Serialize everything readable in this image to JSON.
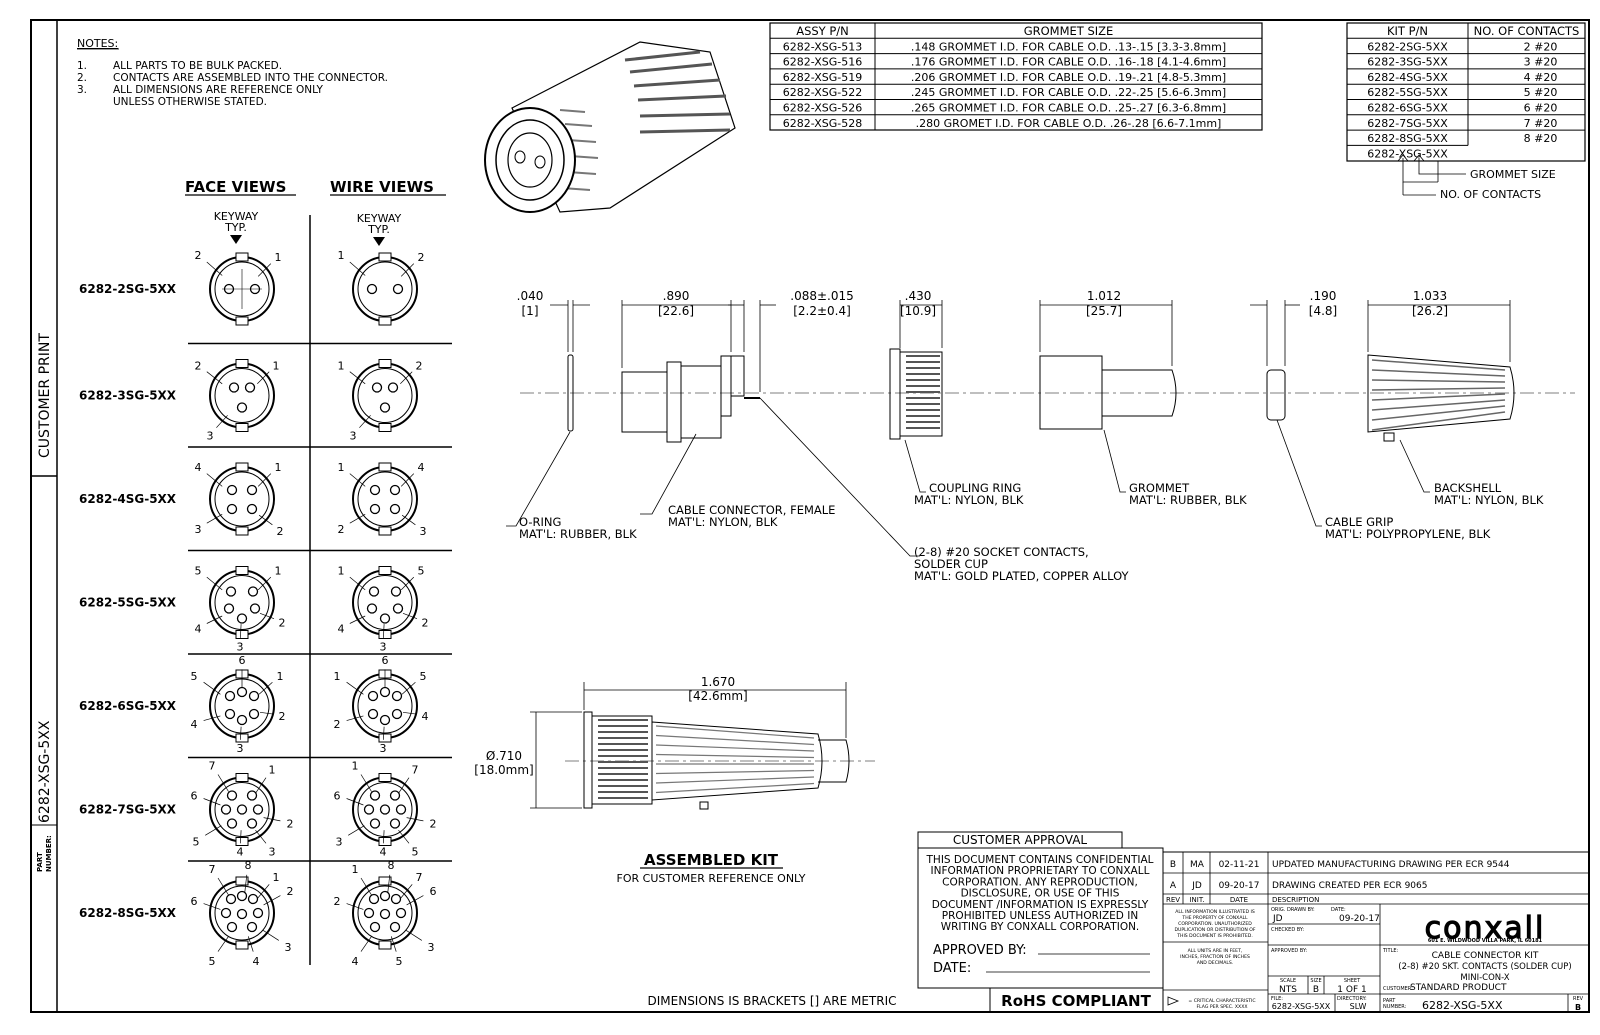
{
  "sidebar": {
    "customer_print": "CUSTOMER PRINT",
    "part_label_1": "PART",
    "part_label_2": "NUMBER:",
    "part_number": "6282-XSG-5XX"
  },
  "notes": {
    "title": "NOTES:",
    "items": [
      {
        "num": "1.",
        "text": "ALL PARTS TO BE BULK PACKED."
      },
      {
        "num": "2.",
        "text": "CONTACTS ARE ASSEMBLED INTO THE CONNECTOR."
      },
      {
        "num": "3.",
        "text": "ALL DIMENSIONS ARE REFERENCE ONLY"
      }
    ],
    "item3_cont": "UNLESS OTHERWISE STATED."
  },
  "grommet_table": {
    "headers": [
      "ASSY P/N",
      "GROMMET SIZE"
    ],
    "rows": [
      [
        "6282-XSG-513",
        ".148 GROMMET I.D. FOR CABLE O.D. .13-.15 [3.3-3.8mm]"
      ],
      [
        "6282-XSG-516",
        ".176 GROMMET I.D. FOR CABLE O.D. .16-.18 [4.1-4.6mm]"
      ],
      [
        "6282-XSG-519",
        ".206 GROMMET I.D. FOR CABLE O.D. .19-.21 [4.8-5.3mm]"
      ],
      [
        "6282-XSG-522",
        ".245 GROMMET I.D. FOR CABLE O.D. .22-.25 [5.6-6.3mm]"
      ],
      [
        "6282-XSG-526",
        ".265 GROMMET I.D. FOR CABLE O.D. .25-.27 [6.3-6.8mm]"
      ],
      [
        "6282-XSG-528",
        ".280 GROMET I.D. FOR CABLE O.D. .26-.28 [6.6-7.1mm]"
      ]
    ]
  },
  "kit_table": {
    "headers": [
      "KIT P/N",
      "NO. OF CONTACTS"
    ],
    "rows": [
      [
        "6282-2SG-5XX",
        "2 #20"
      ],
      [
        "6282-3SG-5XX",
        "3 #20"
      ],
      [
        "6282-4SG-5XX",
        "4 #20"
      ],
      [
        "6282-5SG-5XX",
        "5 #20"
      ],
      [
        "6282-6SG-5XX",
        "6 #20"
      ],
      [
        "6282-7SG-5XX",
        "7 #20"
      ],
      [
        "6282-8SG-5XX",
        "8 #20"
      ]
    ],
    "template": "6282-XSG-5XX",
    "callout_grommet": "GROMMET SIZE",
    "callout_contacts": "NO. OF CONTACTS"
  },
  "views": {
    "face_title": "FACE VIEWS",
    "wire_title": "WIRE VIEWS",
    "keyway_1": "KEYWAY",
    "keyway_2": "TYP.",
    "rows": [
      {
        "label": "6282-2SG-5XX",
        "face": [
          {
            "t": "2"
          },
          {
            "t": "1"
          }
        ],
        "wire": [
          {
            "t": "1"
          },
          {
            "t": "2"
          }
        ]
      },
      {
        "label": "6282-3SG-5XX",
        "face": [
          {
            "t": "2"
          },
          {
            "t": "1"
          },
          {
            "t": "3"
          }
        ],
        "wire": [
          {
            "t": "1"
          },
          {
            "t": "2"
          },
          {
            "t": "3"
          }
        ]
      },
      {
        "label": "6282-4SG-5XX",
        "face": [
          {
            "t": "4"
          },
          {
            "t": "1"
          },
          {
            "t": "3"
          },
          {
            "t": "2"
          }
        ],
        "wire": [
          {
            "t": "1"
          },
          {
            "t": "4"
          },
          {
            "t": "2"
          },
          {
            "t": "3"
          }
        ]
      },
      {
        "label": "6282-5SG-5XX",
        "face": [
          {
            "t": "5"
          },
          {
            "t": "1"
          },
          {
            "t": "2"
          },
          {
            "t": "4"
          },
          {
            "t": "3"
          }
        ],
        "wire": [
          {
            "t": "1"
          },
          {
            "t": "5"
          },
          {
            "t": "2"
          },
          {
            "t": "4"
          },
          {
            "t": "3"
          }
        ]
      },
      {
        "label": "6282-6SG-5XX",
        "face": [
          {
            "t": "5"
          },
          {
            "t": "6"
          },
          {
            "t": "1"
          },
          {
            "t": "4"
          },
          {
            "t": "2"
          },
          {
            "t": "3"
          }
        ],
        "wire": [
          {
            "t": "1"
          },
          {
            "t": "6"
          },
          {
            "t": "5"
          },
          {
            "t": "2"
          },
          {
            "t": "4"
          },
          {
            "t": "3"
          }
        ]
      },
      {
        "label": "6282-7SG-5XX",
        "face": [
          {
            "t": "7"
          },
          {
            "t": "1"
          },
          {
            "t": "6"
          },
          {
            "t": "2"
          },
          {
            "t": "5"
          },
          {
            "t": "4"
          },
          {
            "t": "3"
          }
        ],
        "wire": [
          {
            "t": "1"
          },
          {
            "t": "7"
          },
          {
            "t": "6"
          },
          {
            "t": "2"
          },
          {
            "t": "3"
          },
          {
            "t": "4"
          },
          {
            "t": "5"
          }
        ]
      },
      {
        "label": "6282-8SG-5XX",
        "face": [
          {
            "t": "7"
          },
          {
            "t": "8"
          },
          {
            "t": "1"
          },
          {
            "t": "6"
          },
          {
            "t": "2"
          },
          {
            "t": "3"
          },
          {
            "t": "5"
          },
          {
            "t": "4"
          }
        ],
        "wire": [
          {
            "t": "1"
          },
          {
            "t": "8"
          },
          {
            "t": "7"
          },
          {
            "t": "2"
          },
          {
            "t": "6"
          },
          {
            "t": "3"
          },
          {
            "t": "4"
          },
          {
            "t": "5"
          }
        ]
      }
    ]
  },
  "dims": {
    "oring_in": ".040",
    "oring_mm": "[1]",
    "conn_in": ".890",
    "conn_mm": "[22.6]",
    "cont_in": ".088±.015",
    "cont_mm": "[2.2±0.4]",
    "ring_in": ".430",
    "ring_mm": "[10.9]",
    "gromm_in": "1.012",
    "gromm_mm": "[25.7]",
    "grip_in": ".190",
    "grip_mm": "[4.8]",
    "back_in": "1.033",
    "back_mm": "[26.2]",
    "assy_len_in": "1.670",
    "assy_len_mm": "[42.6mm]",
    "assy_dia_in": "Ø.710",
    "assy_dia_mm": "[18.0mm]"
  },
  "parts": {
    "oring_1": "O-RING",
    "oring_2": "MAT'L: RUBBER, BLK",
    "conn_1": "CABLE CONNECTOR, FEMALE",
    "conn_2": "MAT'L: NYLON, BLK",
    "cont_1": "(2-8) #20 SOCKET CONTACTS,",
    "cont_2": "SOLDER CUP",
    "cont_3": "MAT'L: GOLD PLATED, COPPER ALLOY",
    "ring_1": "COUPLING RING",
    "ring_2": "MAT'L: NYLON, BLK",
    "gromm_1": "GROMMET",
    "gromm_2": "MAT'L: RUBBER, BLK",
    "grip_1": "CABLE GRIP",
    "grip_2": "MAT'L: POLYPROPYLENE, BLK",
    "back_1": "BACKSHELL",
    "back_2": "MAT'L: NYLON, BLK"
  },
  "assembled": {
    "title": "ASSEMBLED KIT",
    "subtitle": "FOR CUSTOMER REFERENCE ONLY"
  },
  "footer_note": "DIMENSIONS IS BRACKETS [] ARE METRIC",
  "approval": {
    "title": "CUSTOMER APPROVAL",
    "confidential": [
      "THIS DOCUMENT CONTAINS CONFIDENTIAL",
      "INFORMATION PROPRIETARY TO CONXALL",
      "CORPORATION. ANY REPRODUCTION,",
      "DISCLOSURE, OR USE OF THIS",
      "DOCUMENT /INFORMATION IS EXPRESSLY",
      "PROHIBITED UNLESS AUTHORIZED IN",
      "WRITING BY CONXALL CORPORATION."
    ],
    "approved_by": "APPROVED BY:",
    "date": "DATE:",
    "rohs": "RoHS COMPLIANT"
  },
  "revisions": {
    "rows": [
      {
        "rev": "B",
        "init": "MA",
        "date": "02-11-21",
        "desc": "UPDATED MANUFACTURING DRAWING PER ECR 9544"
      },
      {
        "rev": "A",
        "init": "JD",
        "date": "09-20-17",
        "desc": "DRAWING CREATED PER ECR 9065"
      }
    ],
    "headers": {
      "rev": "REV",
      "init": "INIT.",
      "date": "DATE",
      "desc": "DESCRIPTION"
    }
  },
  "title_block": {
    "small_note": [
      "ALL INFORMATION ILLUSTRATED IS",
      "THE PROPERTY OF CONXALL",
      "CORPORATION. UNAUTHORIZED",
      "DUPLICATION OR DISTRIBUTION OF",
      "THIS DOCUMENT IS PROHIBITED."
    ],
    "units_note": [
      "ALL UNITS ARE IN FEET,",
      "INCHES, FRACTION OF INCHES",
      "AND DECIMALS."
    ],
    "critical_note": [
      "= CRITICAL CHARACTERISTIC",
      "FLAG PER SPEC. XXXX"
    ],
    "orig_drawn_label": "ORIG. DRAWN BY:",
    "orig_drawn": "JD",
    "date_label": "DATE:",
    "date": "09-20-17",
    "checked_label": "CHECKED BY:",
    "approved_label": "APPROVED BY:",
    "scale_label": "SCALE",
    "scale": "NTS",
    "size_label": "SIZE",
    "size": "B",
    "sheet_label": "SHEET",
    "sheet": "1 OF 1",
    "file_label": "FILE:",
    "file": "6282-XSG-5XX",
    "dir_label": "DIRECTORY:",
    "dir": "SLW",
    "logo": "conxall",
    "address": "601 E. WILDWOOD VILLA PARK, IL 60181",
    "title_label": "TITLE:",
    "title_lines": [
      "CABLE CONNECTOR KIT",
      "(2-8) #20 SKT. CONTACTS (SOLDER CUP)",
      "MINI-CON-X"
    ],
    "customer_label": "CUSTOMER:",
    "customer": "STANDARD PRODUCT",
    "part_label_1": "PART",
    "part_label_2": "NUMBER:",
    "part_number": "6282-XSG-5XX",
    "rev_label": "REV",
    "rev": "B"
  }
}
